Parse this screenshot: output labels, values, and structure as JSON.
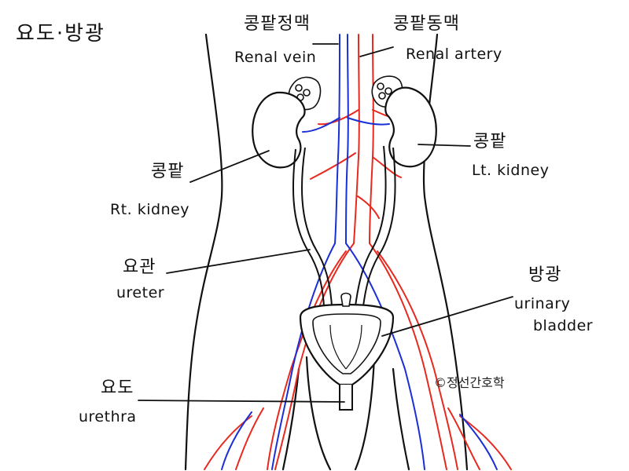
{
  "title": "요도·방광",
  "labels": {
    "renal_vein": {
      "ko": "콩팥정맥",
      "en": "Renal vein"
    },
    "renal_artery": {
      "ko": "콩팥동맥",
      "en": "Renal artery"
    },
    "rt_kidney": {
      "ko": "콩팥",
      "en": "Rt. kidney"
    },
    "lt_kidney": {
      "ko": "콩팥",
      "en": "Lt. kidney"
    },
    "ureter": {
      "ko": "요관",
      "en": "ureter"
    },
    "bladder": {
      "ko": "방광",
      "en_line1": "urinary",
      "en_line2": "bladder"
    },
    "urethra": {
      "ko": "요도",
      "en": "urethra"
    }
  },
  "credit": "©정선간호학",
  "colors": {
    "ink": "#111111",
    "artery": "#e8291f",
    "vein": "#1a2fd6",
    "organ_fill": "#ffffff"
  }
}
